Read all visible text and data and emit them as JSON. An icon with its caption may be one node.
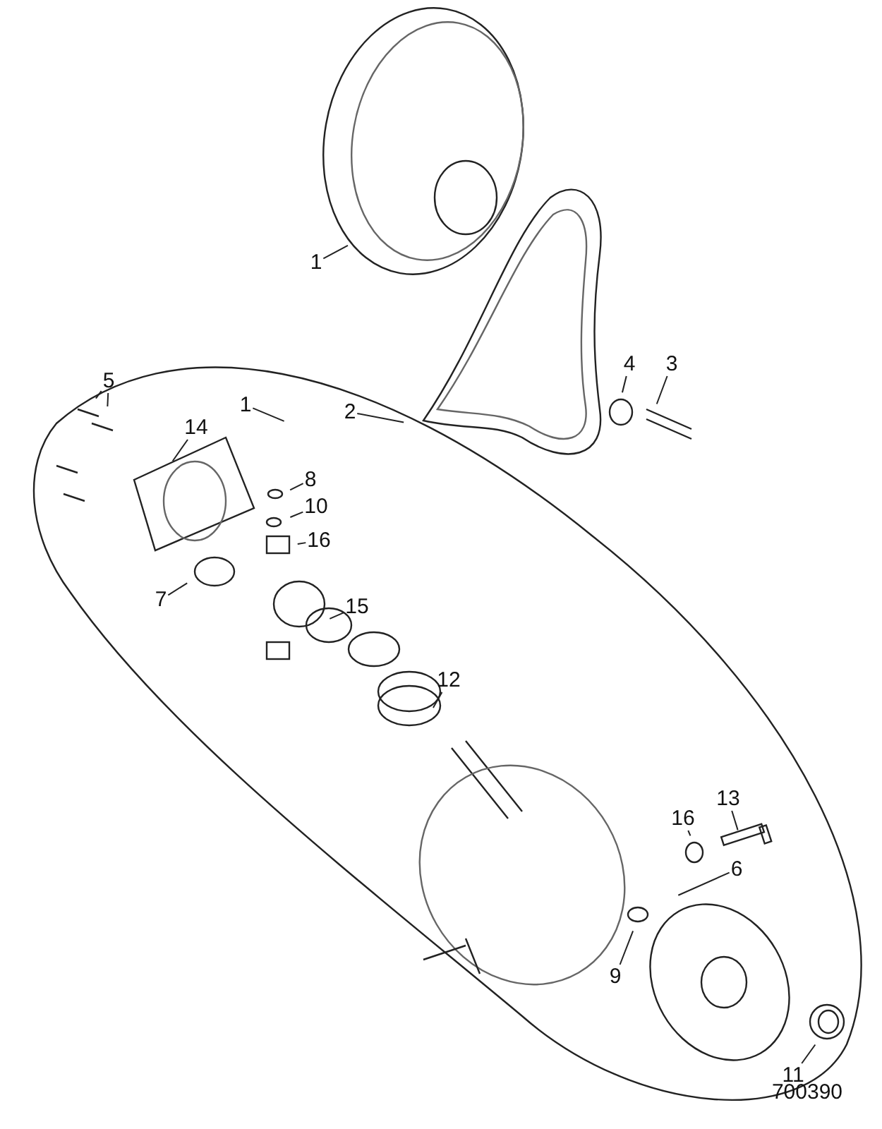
{
  "diagram": {
    "nodes": [
      {
        "text": [
          "1"
        ]
      },
      {
        "text": [
          "2"
        ]
      },
      {
        "text": [
          "4"
        ]
      },
      {
        "text": [
          "3"
        ]
      },
      {
        "text": [
          "5"
        ]
      },
      {
        "text": [
          "1"
        ]
      },
      {
        "text": [
          "14"
        ]
      },
      {
        "text": [
          "8"
        ]
      },
      {
        "text": [
          "10"
        ]
      },
      {
        "text": [
          "16"
        ]
      },
      {
        "text": [
          "7"
        ]
      },
      {
        "text": [
          "15"
        ]
      },
      {
        "text": [
          "12"
        ]
      },
      {
        "text": [
          "13"
        ]
      },
      {
        "text": [
          "16"
        ]
      },
      {
        "text": [
          "6"
        ]
      },
      {
        "text": [
          "9"
        ]
      },
      {
        "text": [
          "11"
        ]
      }
    ],
    "edges": [
      {
        "from": 0,
        "to": null,
        "arrow": "none"
      },
      {
        "from": 1,
        "to": null,
        "arrow": "none"
      },
      {
        "from": 2,
        "to": null,
        "arrow": "none"
      },
      {
        "from": 3,
        "to": null,
        "arrow": "none"
      },
      {
        "from": 4,
        "to": null,
        "arrow": "none"
      },
      {
        "from": 4,
        "to": null,
        "arrow": "none"
      },
      {
        "from": 5,
        "to": null,
        "arrow": "none"
      },
      {
        "from": 6,
        "to": null,
        "arrow": "none"
      },
      {
        "from": 7,
        "to": null,
        "arrow": "none"
      },
      {
        "from": 8,
        "to": null,
        "arrow": "none"
      },
      {
        "from": 9,
        "to": null,
        "arrow": "none"
      },
      {
        "from": 10,
        "to": null,
        "arrow": "none"
      },
      {
        "from": 11,
        "to": null,
        "arrow": "none"
      },
      {
        "from": 12,
        "to": null,
        "arrow": "none"
      },
      {
        "from": 13,
        "to": null,
        "arrow": "none"
      },
      {
        "from": 14,
        "to": null,
        "arrow": "none"
      },
      {
        "from": 15,
        "to": null,
        "arrow": "none"
      },
      {
        "from": 16,
        "to": null,
        "arrow": "none"
      },
      {
        "from": 17,
        "to": null,
        "arrow": "none"
      }
    ],
    "labels": [
      "700390"
    ]
  }
}
